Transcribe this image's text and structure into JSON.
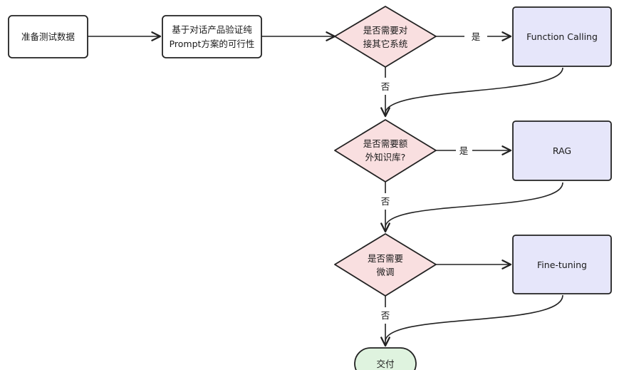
{
  "nodes": {
    "prepare_data": {
      "lines": [
        "准备测试数据"
      ]
    },
    "validate_prompt": {
      "lines": [
        "基于对话产品验证纯",
        "Prompt方案的可行性"
      ]
    },
    "decision_system": {
      "lines": [
        "是否需要对",
        "接其它系统"
      ]
    },
    "function_calling": {
      "lines": [
        "Function Calling"
      ]
    },
    "decision_knowledge": {
      "lines": [
        "是否需要额",
        "外知识库?"
      ]
    },
    "rag": {
      "lines": [
        "RAG"
      ]
    },
    "decision_finetune": {
      "lines": [
        "是否需要",
        "微调"
      ]
    },
    "fine_tuning": {
      "lines": [
        "Fine-tuning"
      ]
    },
    "deliver": {
      "lines": [
        "交付"
      ]
    }
  },
  "edge_labels": {
    "yes": "是",
    "no": "否"
  },
  "colors": {
    "rect_fill": "#ffffff",
    "decision_fill": "#f9dfe0",
    "result_fill": "#e6e6fa",
    "terminal_fill": "#dff3df",
    "stroke": "#222222"
  }
}
